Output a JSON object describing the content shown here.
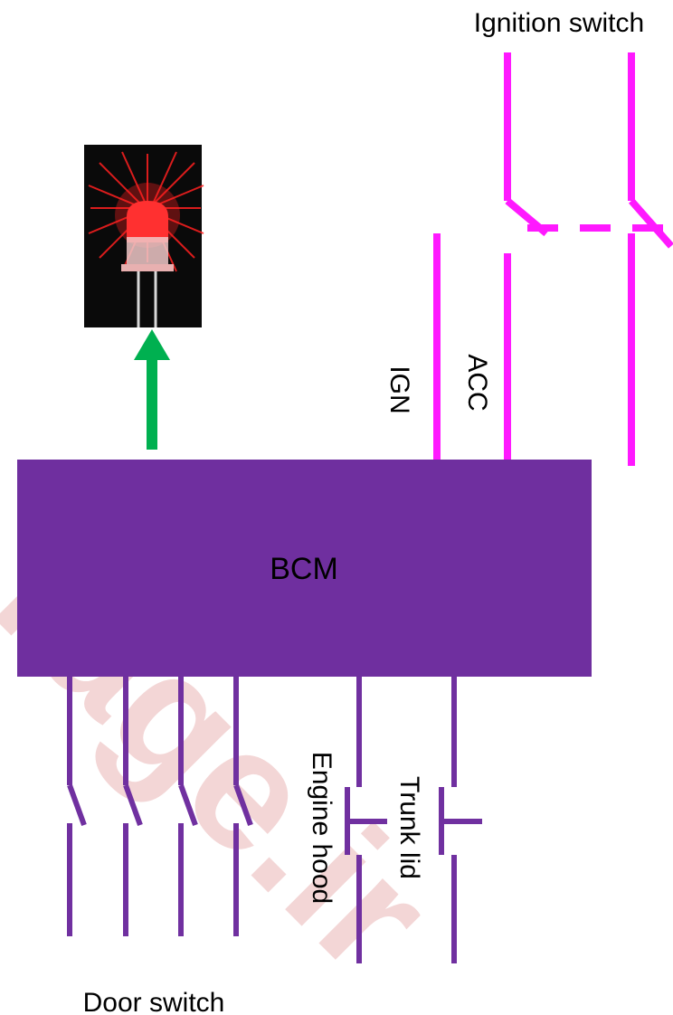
{
  "labels": {
    "ignition_switch": "Ignition switch",
    "ign": "IGN",
    "acc": "ACC",
    "bcm": "BCM",
    "engine_hood": "Engine hood",
    "trunk_lid": "Trunk lid",
    "door_switch": "Door switch",
    "watermark": "rage.ir"
  },
  "colors": {
    "bcm_fill": "#6f2f9f",
    "ignition_wire": "#ff19ff",
    "switch_wire": "#7030a0",
    "signal_arrow": "#00b050",
    "led_background": "#0a0a0a",
    "led_red": "#ff2020",
    "watermark": "#f3d6d6"
  },
  "icons": {
    "led": "red-led-lamp-icon",
    "arrow": "up-arrow-icon"
  }
}
